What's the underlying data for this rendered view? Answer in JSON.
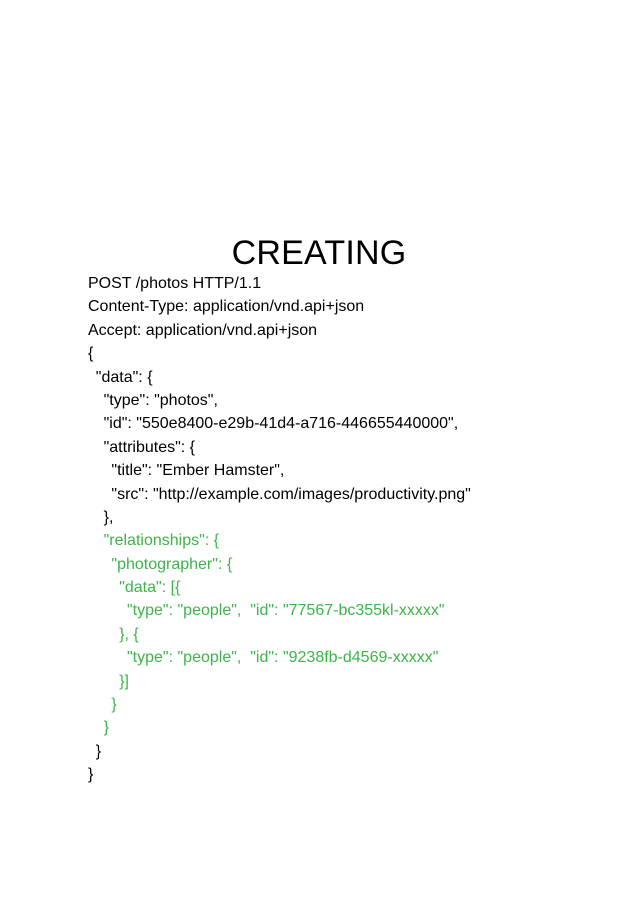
{
  "document": {
    "title": "CREATING",
    "colors": {
      "text": "#000000",
      "highlight": "#3cb44a"
    },
    "code_lines": [
      {
        "text": "POST /photos HTTP/1.1",
        "indent": 0,
        "color": "black"
      },
      {
        "text": "Content-Type: application/vnd.api+json",
        "indent": 0,
        "color": "black"
      },
      {
        "text": "Accept: application/vnd.api+json",
        "indent": 0,
        "color": "black"
      },
      {
        "text": "{",
        "indent": 0,
        "color": "black"
      },
      {
        "text": "\"data\": {",
        "indent": 1,
        "color": "black"
      },
      {
        "text": "\"type\": \"photos\",",
        "indent": 2,
        "color": "black"
      },
      {
        "text": "\"id\": \"550e8400-e29b-41d4-a716-446655440000\",",
        "indent": 2,
        "color": "black"
      },
      {
        "text": "\"attributes\": {",
        "indent": 2,
        "color": "black"
      },
      {
        "text": "\"title\": \"Ember Hamster\",",
        "indent": 3,
        "color": "black"
      },
      {
        "text": "\"src\": \"http://example.com/images/productivity.png\"",
        "indent": 3,
        "color": "black"
      },
      {
        "text": "},",
        "indent": 2,
        "color": "black"
      },
      {
        "text": "\"relationships\": {",
        "indent": 2,
        "color": "green"
      },
      {
        "text": "\"photographer\": {",
        "indent": 3,
        "color": "green"
      },
      {
        "text": "\"data\": [{",
        "indent": 4,
        "color": "green"
      },
      {
        "text": "\"type\": \"people\",  \"id\": \"77567-bc355kl-xxxxx\"",
        "indent": 5,
        "color": "green"
      },
      {
        "text": "}, {",
        "indent": 4,
        "color": "green"
      },
      {
        "text": "\"type\": \"people\",  \"id\": \"9238fb-d4569-xxxxx\"",
        "indent": 5,
        "color": "green"
      },
      {
        "text": "}]",
        "indent": 4,
        "color": "green"
      },
      {
        "text": "}",
        "indent": 3,
        "color": "green"
      },
      {
        "text": "}",
        "indent": 2,
        "color": "green"
      },
      {
        "text": "}",
        "indent": 1,
        "color": "black"
      },
      {
        "text": "}",
        "indent": 0,
        "color": "black"
      }
    ]
  }
}
